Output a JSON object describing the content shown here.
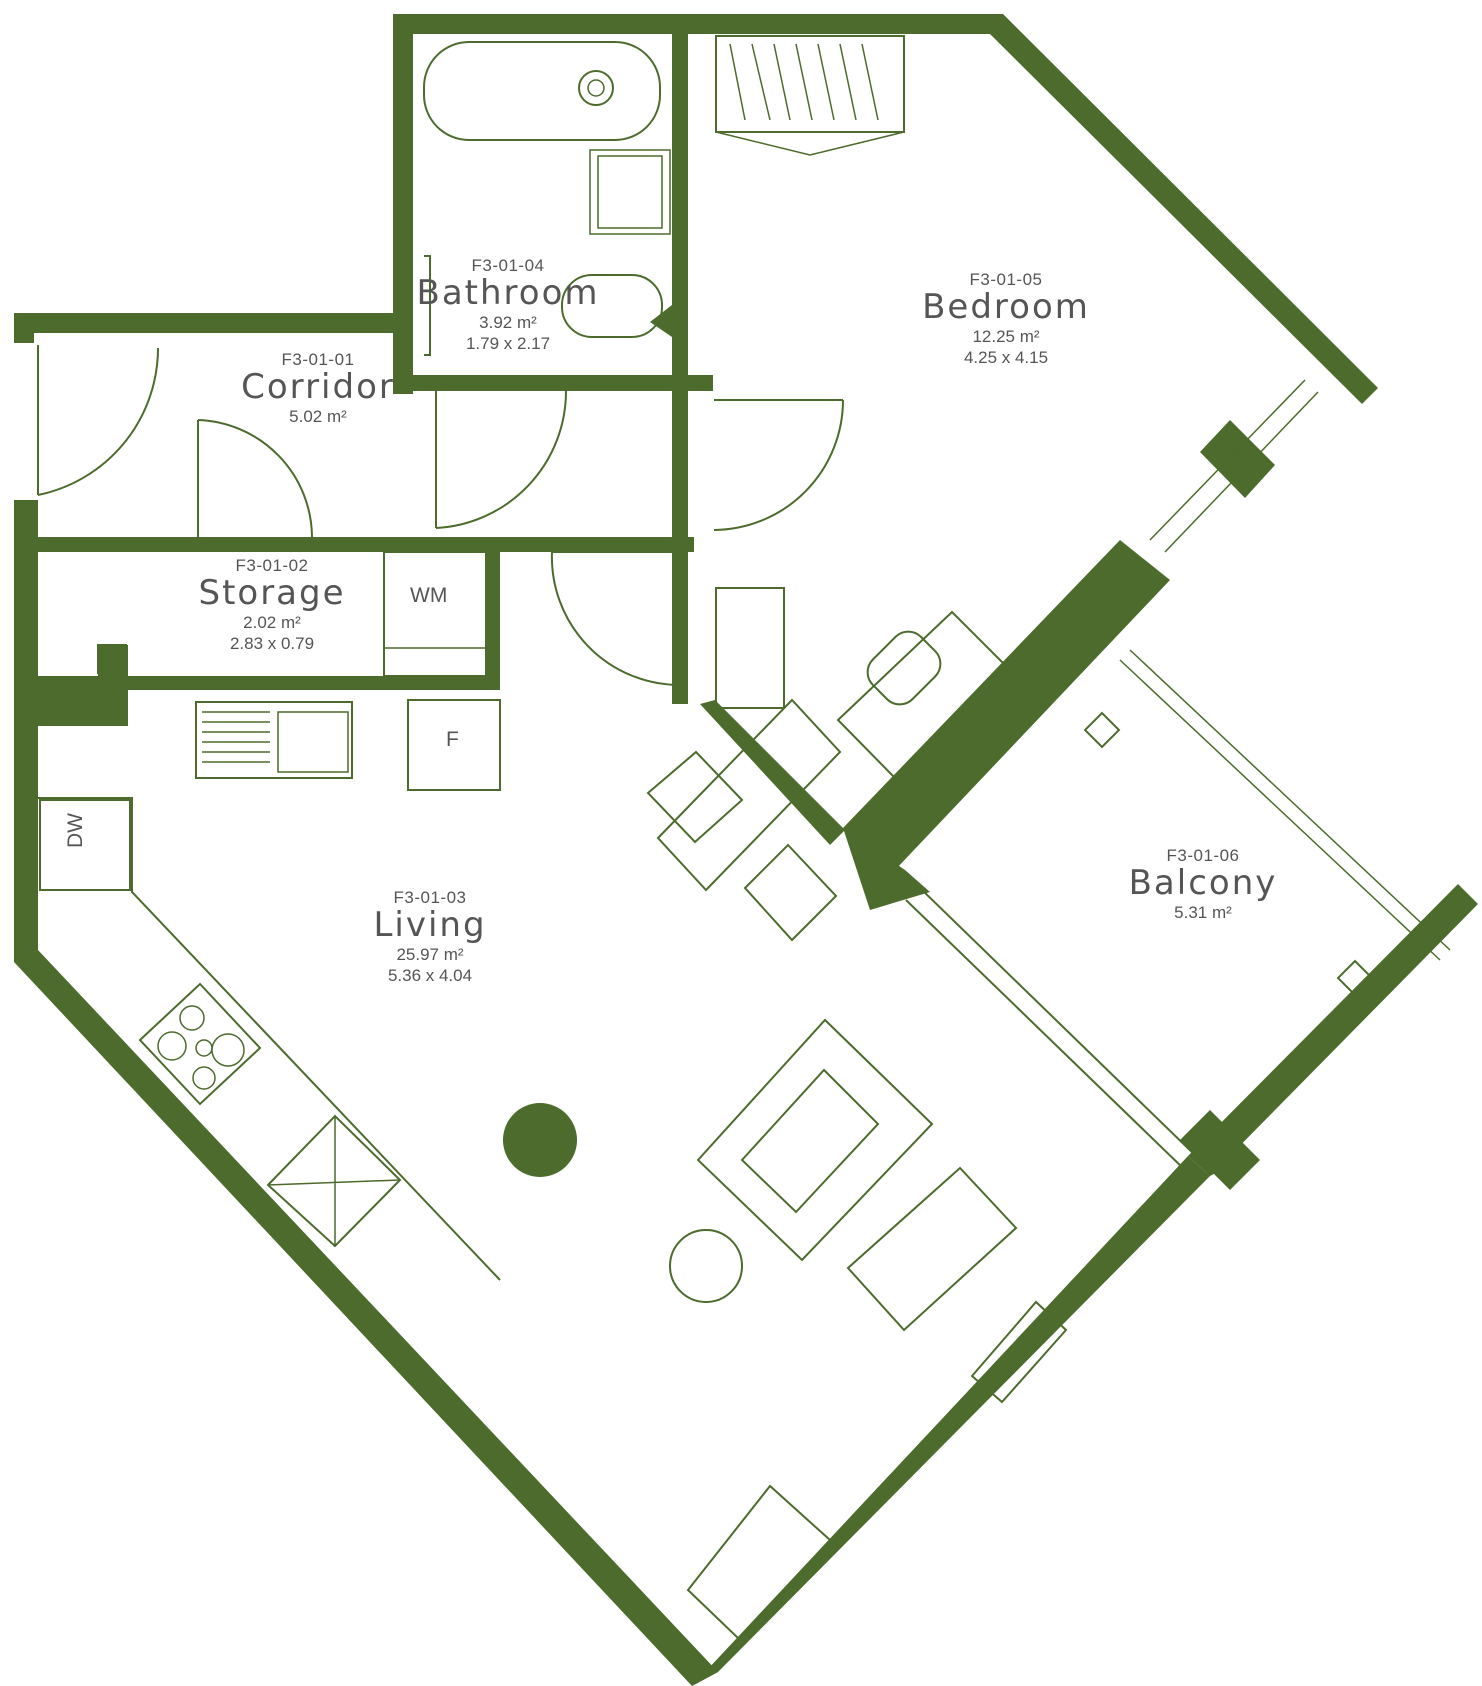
{
  "colors": {
    "wall": "#4c6b2c",
    "text": "#555555",
    "background": "#ffffff"
  },
  "rooms": {
    "corridor": {
      "code": "F3-01-01",
      "name": "Corridor",
      "area": "5.02 m²"
    },
    "storage": {
      "code": "F3-01-02",
      "name": "Storage",
      "area": "2.02 m²",
      "dims": "2.83 x 0.79"
    },
    "living": {
      "code": "F3-01-03",
      "name": "Living",
      "area": "25.97 m²",
      "dims": "5.36 x 4.04"
    },
    "bathroom": {
      "code": "F3-01-04",
      "name": "Bathroom",
      "area": "3.92 m²",
      "dims": "1.79 x 2.17"
    },
    "bedroom": {
      "code": "F3-01-05",
      "name": "Bedroom",
      "area": "12.25 m²",
      "dims": "4.25 x 4.15"
    },
    "balcony": {
      "code": "F3-01-06",
      "name": "Balcony",
      "area": "5.31 m²"
    }
  },
  "appliances": {
    "washing_machine": "WM",
    "fridge": "F",
    "dishwasher": "DW"
  }
}
